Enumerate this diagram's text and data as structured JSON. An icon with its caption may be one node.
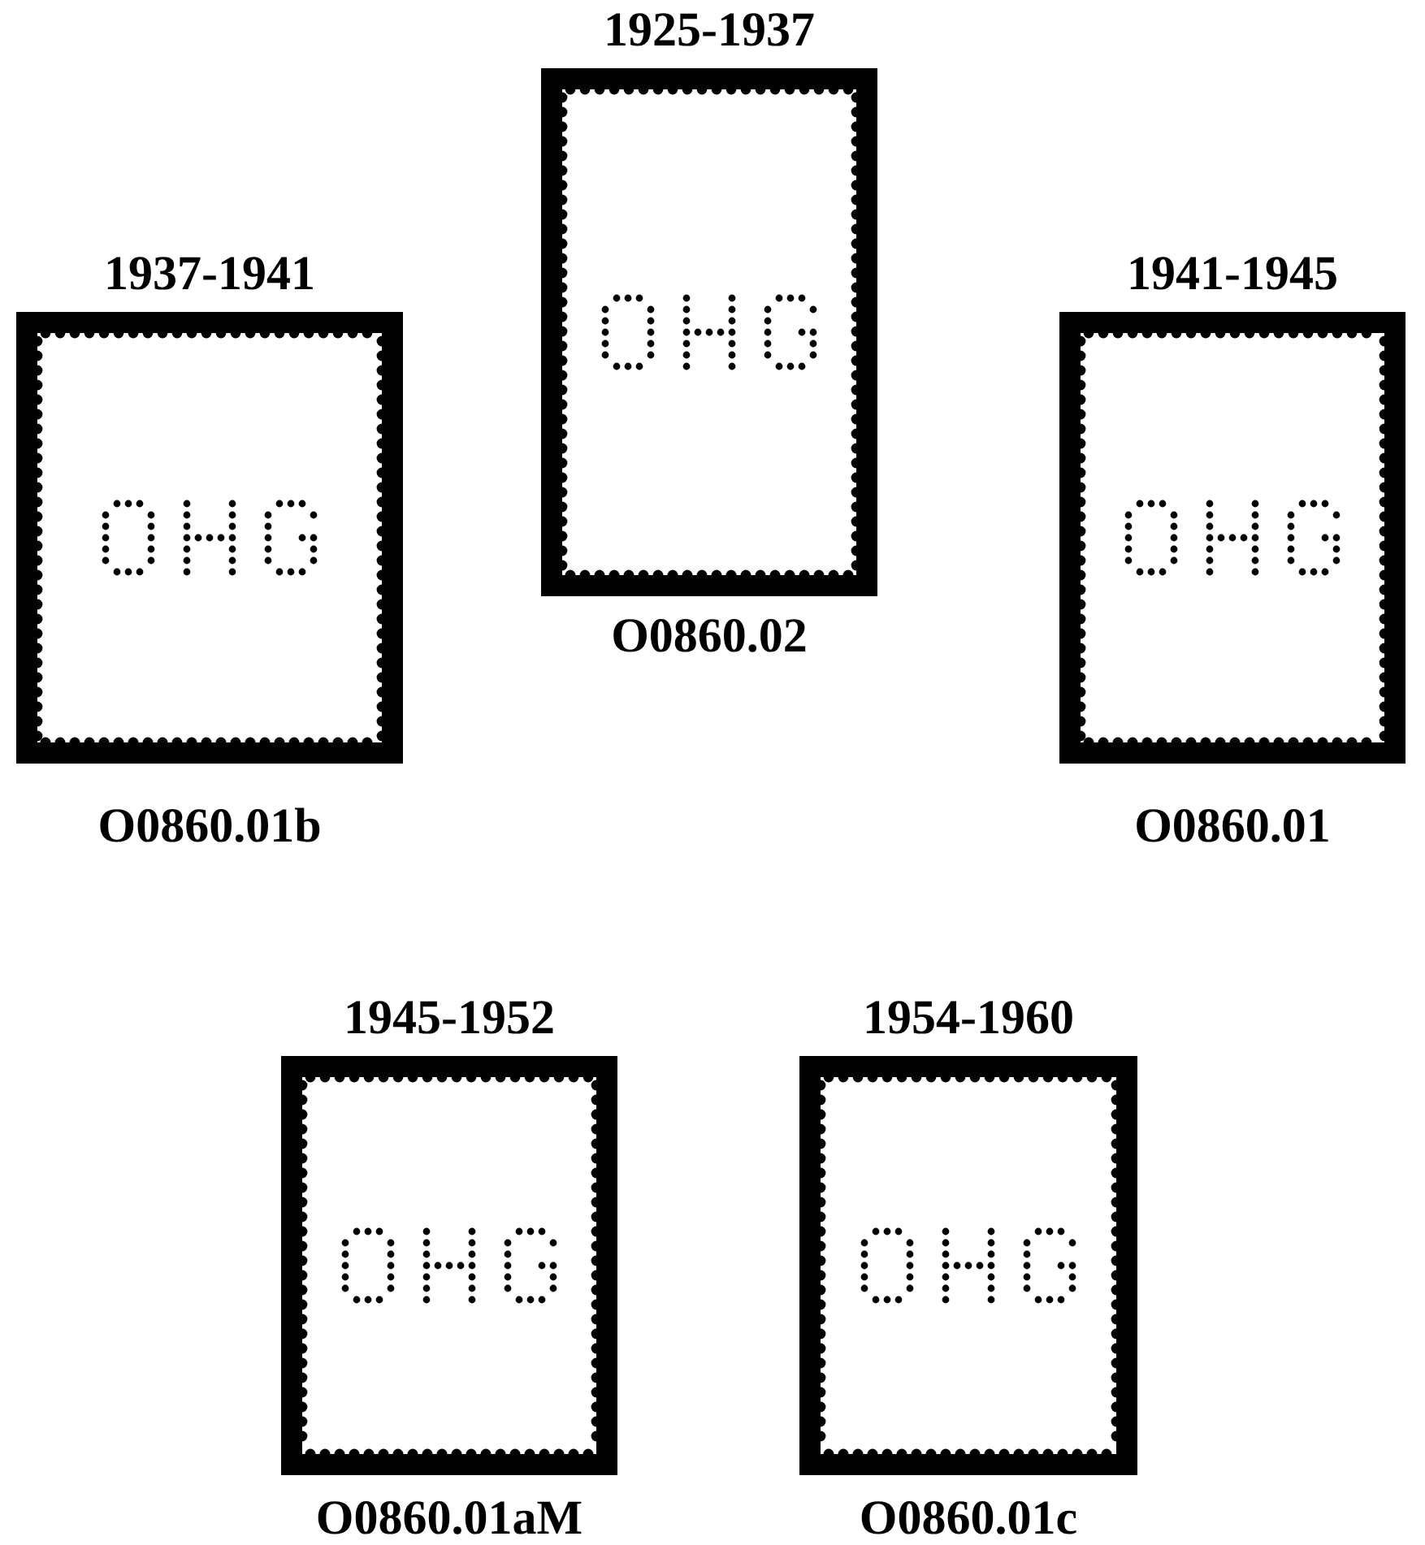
{
  "diagram": {
    "nodes": [
      {
        "text": [
          "1925-1937"
        ],
        "beside": [
          "O0860.02"
        ]
      },
      {
        "text": [
          "1937-1941"
        ],
        "beside": [
          "O0860.01b"
        ]
      },
      {
        "text": [
          "1941-1945"
        ],
        "beside": [
          "O0860.01"
        ]
      },
      {
        "text": [
          "1945-1952"
        ],
        "beside": [
          "O0860.01aM"
        ]
      },
      {
        "text": [
          "1954-1960"
        ],
        "beside": [
          "O0860.01c"
        ]
      }
    ]
  }
}
